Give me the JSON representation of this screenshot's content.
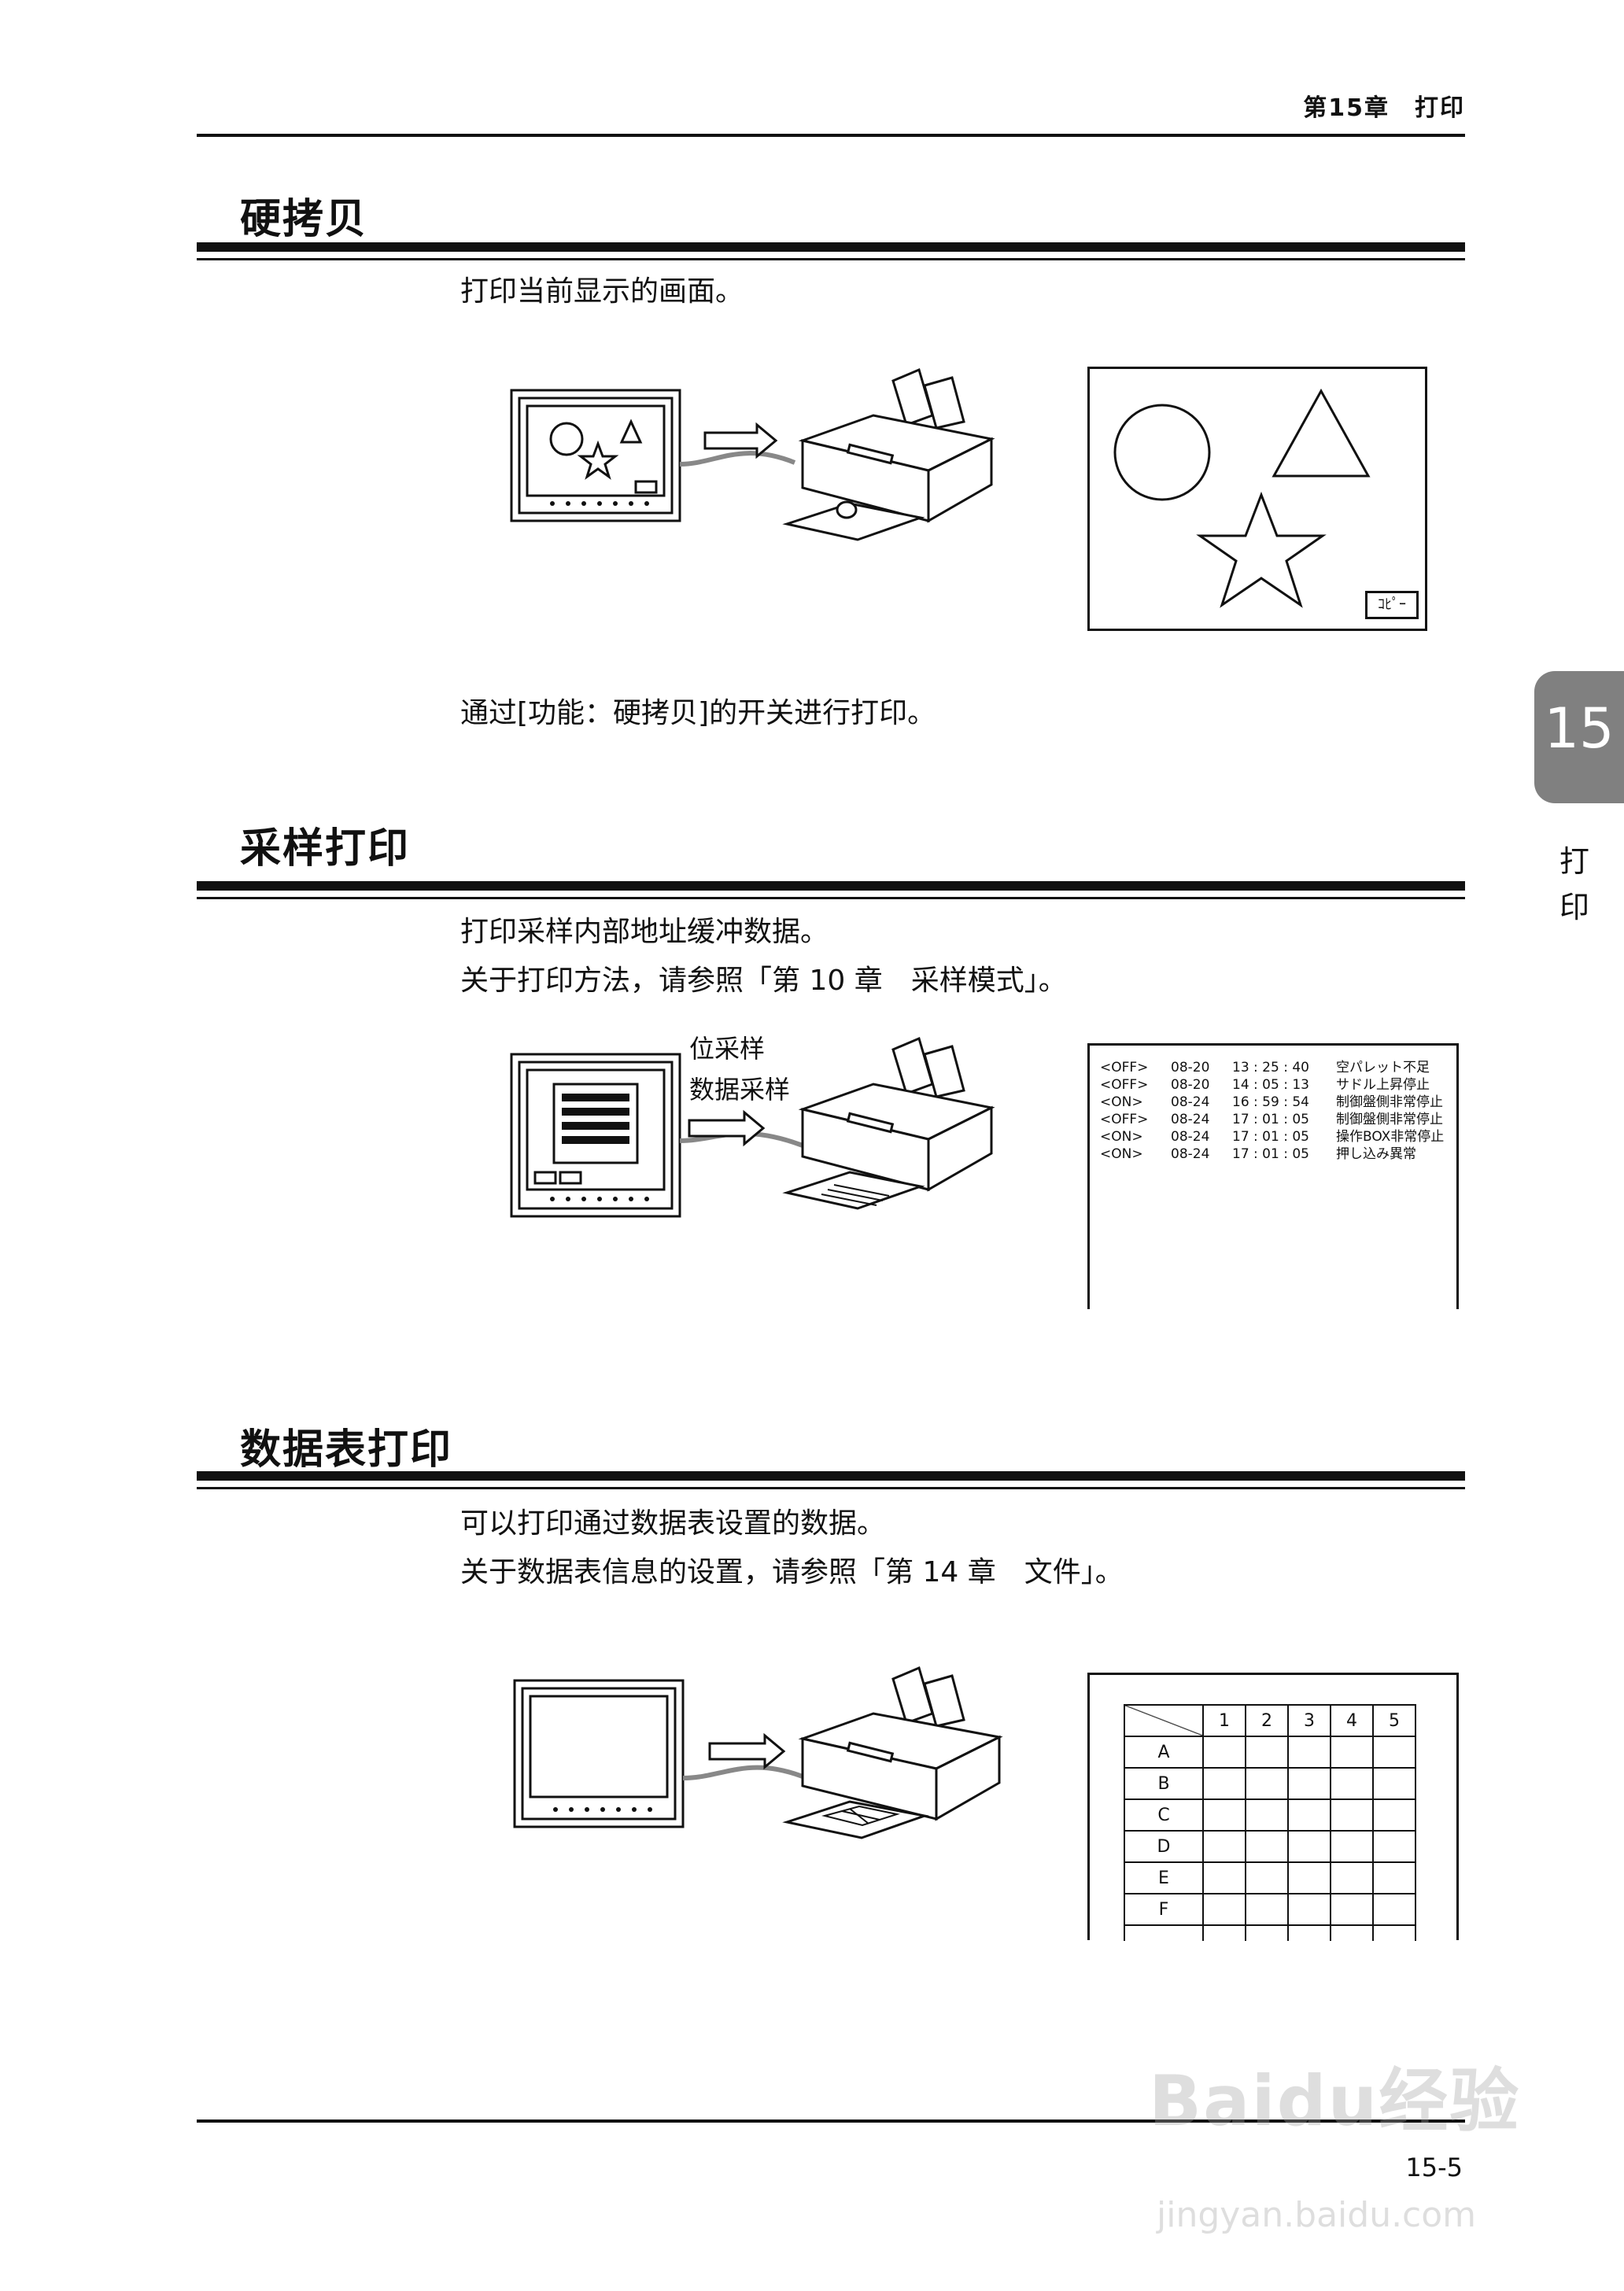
{
  "header": {
    "chapter": "第15章　打印"
  },
  "tab": {
    "number": "15",
    "label_1": "打",
    "label_2": "印"
  },
  "sections": {
    "hardcopy": {
      "title": "硬拷贝",
      "text_1": "打印当前显示的画面。",
      "text_2": "通过[功能：硬拷贝]的开关进行打印。",
      "copy_button": "ｺﾋﾟｰ"
    },
    "sampling": {
      "title": "采样打印",
      "text_1": "打印采样内部地址缓冲数据。",
      "text_2": "关于打印方法，请参照「第 10 章　采样模式」。",
      "label_1": "位采样",
      "label_2": "数据采样",
      "log": [
        {
          "state": "<OFF>",
          "date": "08-20",
          "time": "13 : 25 : 40",
          "msg": "空パレット不足"
        },
        {
          "state": "<OFF>",
          "date": "08-20",
          "time": "14 : 05 : 13",
          "msg": "サドル上昇停止"
        },
        {
          "state": "<ON>",
          "date": "08-24",
          "time": "16 : 59 : 54",
          "msg": "制御盤側非常停止"
        },
        {
          "state": "<OFF>",
          "date": "08-24",
          "time": "17 : 01 : 05",
          "msg": "制御盤側非常停止"
        },
        {
          "state": "<ON>",
          "date": "08-24",
          "time": "17 : 01 : 05",
          "msg": "操作BOX非常停止"
        },
        {
          "state": "<ON>",
          "date": "08-24",
          "time": "17 : 01 : 05",
          "msg": "押し込み異常"
        }
      ]
    },
    "datatable": {
      "title": "数据表打印",
      "text_1": "可以打印通过数据表设置的数据。",
      "text_2": "关于数据表信息的设置，请参照「第 14 章　文件」。",
      "columns": [
        "1",
        "2",
        "3",
        "4",
        "5"
      ],
      "rows": [
        "A",
        "B",
        "C",
        "D",
        "E",
        "F",
        ""
      ]
    }
  },
  "footer": {
    "page": "15-5"
  },
  "watermark": {
    "main": "Baidu经验",
    "sub": "jingyan.baidu.com"
  }
}
